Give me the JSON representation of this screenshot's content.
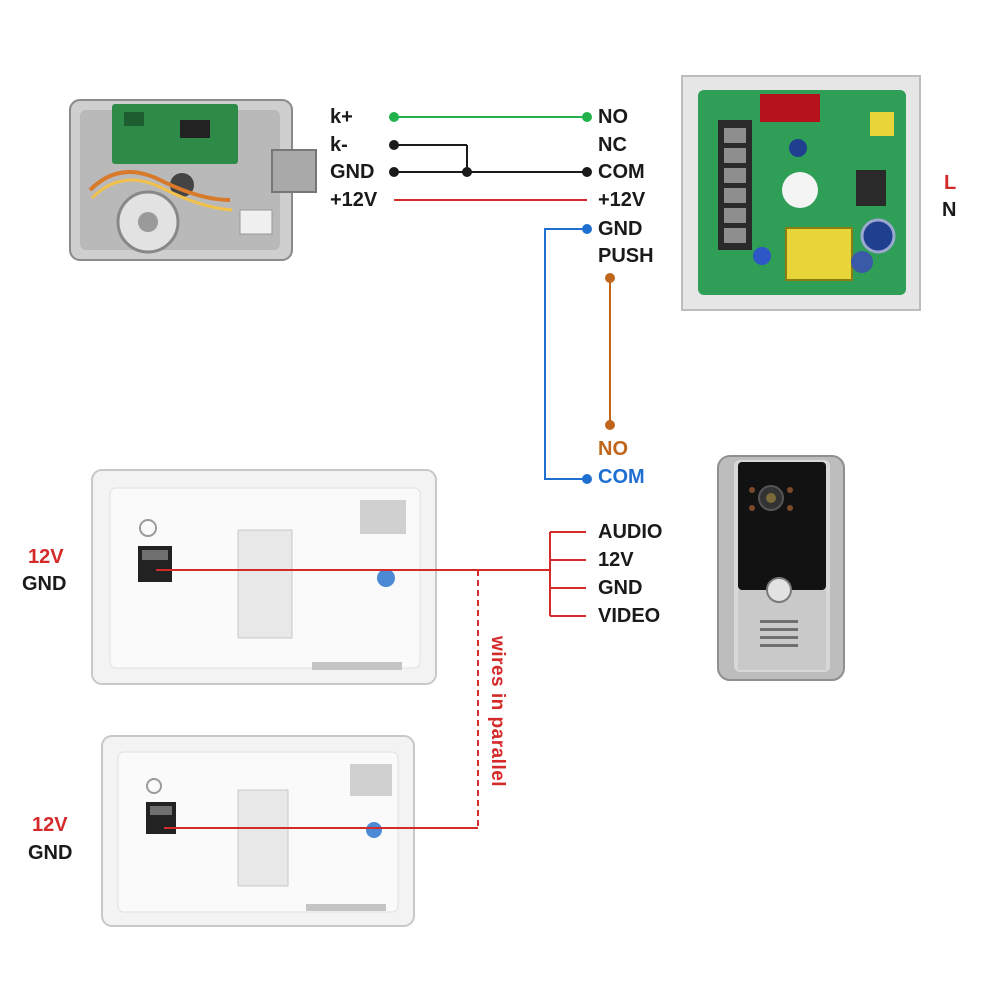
{
  "lock_terminals": {
    "k_plus": "k+",
    "k_minus": "k-",
    "gnd": "GND",
    "plus12v": "+12V"
  },
  "power_supply_terminals": {
    "no": "NO",
    "nc": "NC",
    "com": "COM",
    "plus12v": "+12V",
    "gnd": "GND",
    "push": "PUSH"
  },
  "mains": {
    "l": "L",
    "n": "N"
  },
  "door_station_relay": {
    "no": "NO",
    "com": "COM"
  },
  "door_station_wires": {
    "audio": "AUDIO",
    "v12": "12V",
    "gnd": "GND",
    "video": "VIDEO"
  },
  "monitor1": {
    "v12": "12V",
    "gnd": "GND"
  },
  "monitor2": {
    "v12": "12V",
    "gnd": "GND"
  },
  "parallel_label": "wires in parallel",
  "colors": {
    "green": "#22b24c",
    "black": "#1a1a1a",
    "red": "#d42a2a",
    "blue": "#1f6fd1",
    "orange": "#c0651c"
  }
}
